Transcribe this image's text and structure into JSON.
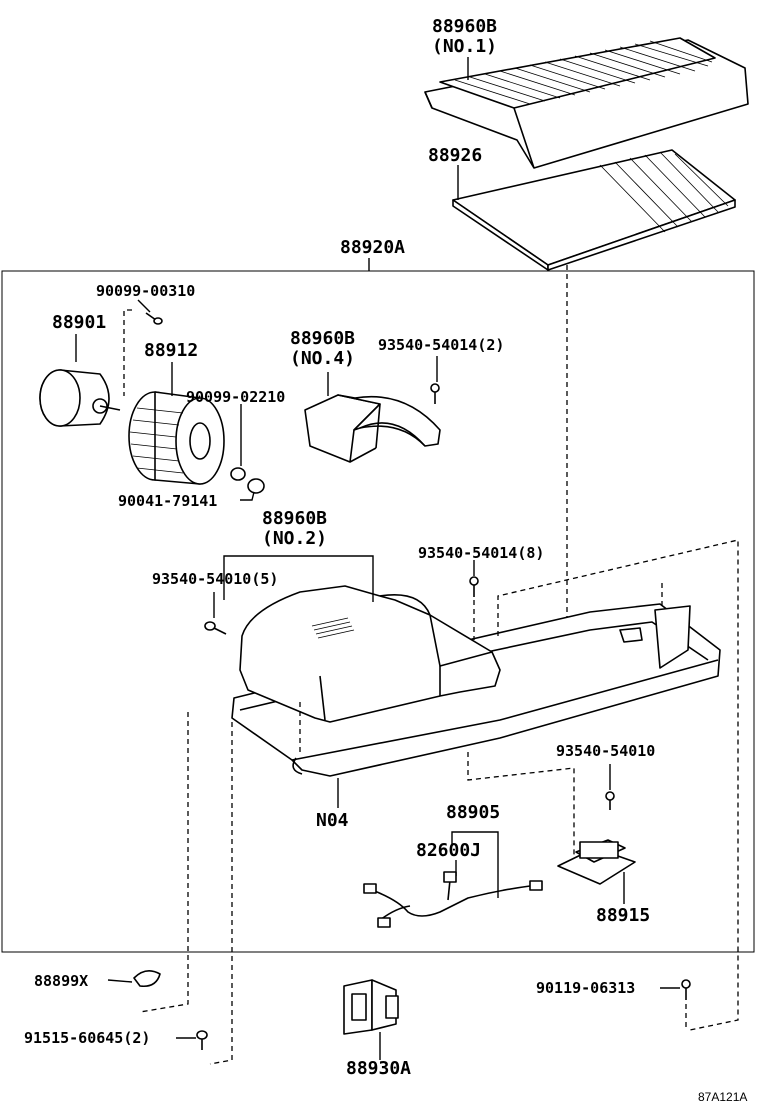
{
  "diagram": {
    "figure_code": "87A121A",
    "labels": {
      "p88960B_1": "88960B",
      "p88960B_1_sub": "(NO.1)",
      "p88926": "88926",
      "p88920A": "88920A",
      "p90099_00310": "90099-00310",
      "p88901": "88901",
      "p88912": "88912",
      "p88960B_4": "88960B",
      "p88960B_4_sub": "(NO.4)",
      "p93540_54014_2": "93540-54014(2)",
      "p90099_02210": "90099-02210",
      "p90041_79141": "90041-79141",
      "p88960B_2": "88960B",
      "p88960B_2_sub": "(NO.2)",
      "p93540_54014_8": "93540-54014(8)",
      "p93540_54010_5": "93540-54010(5)",
      "p93540_54010": "93540-54010",
      "pN04": "N04",
      "p88905": "88905",
      "p82600J": "82600J",
      "p88915": "88915",
      "p88899X": "88899X",
      "p90119_06313": "90119-06313",
      "p91515_60645_2": "91515-60645(2)",
      "p88930A": "88930A"
    }
  }
}
